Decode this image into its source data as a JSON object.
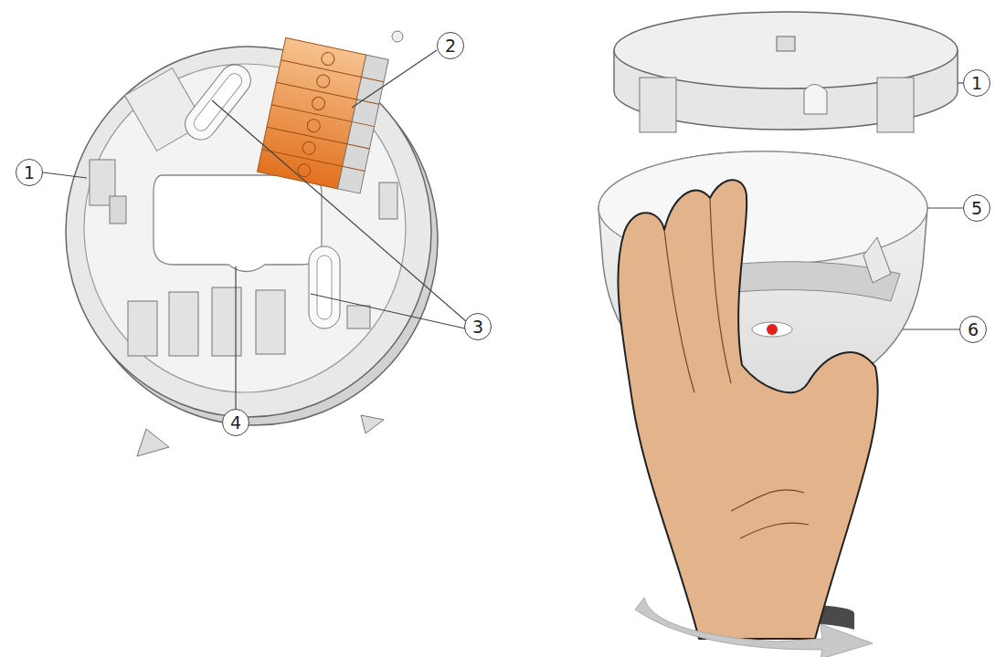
{
  "diagram": {
    "labels": [
      "2",
      "1",
      "3",
      "4",
      "1",
      "5",
      "6"
    ]
  }
}
